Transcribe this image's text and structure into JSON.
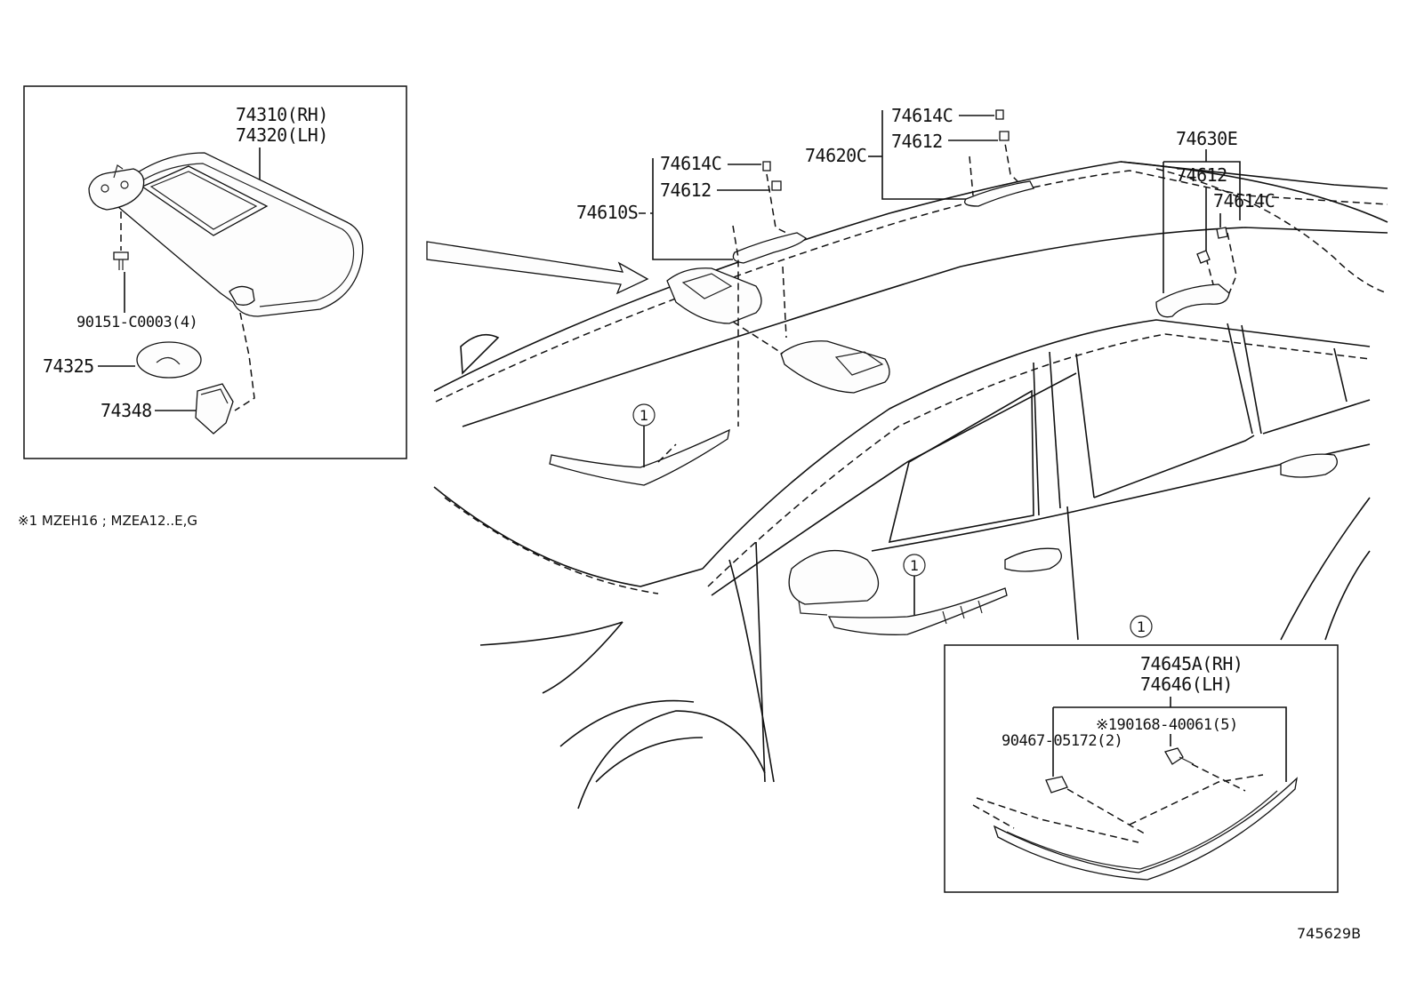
{
  "diagram": {
    "inset_topleft": {
      "visor_rh": "74310(RH)",
      "visor_lh": "74320(LH)",
      "screw": "90151-C0003(4)",
      "cover": "74325",
      "holder": "74348"
    },
    "main": {
      "front_assembly": "74610S",
      "front_clip": "74614C",
      "front_screw": "74612",
      "middle_assembly": "74620C",
      "middle_clip": "74614C",
      "middle_screw": "74612",
      "rear_assembly": "74630E",
      "rear_screw": "74612",
      "rear_clip": "74614C",
      "callout_symbol": "1"
    },
    "inset_bottomright": {
      "callout_symbol": "1",
      "molding_rh": "74645A(RH)",
      "molding_lh": "74646(LH)",
      "clip": "90467-05172(2)",
      "screw": "※190168-40061(5)"
    },
    "footnote": "※1 MZEH16 ; MZEA12..E,G",
    "diagram_code": "745629B"
  }
}
